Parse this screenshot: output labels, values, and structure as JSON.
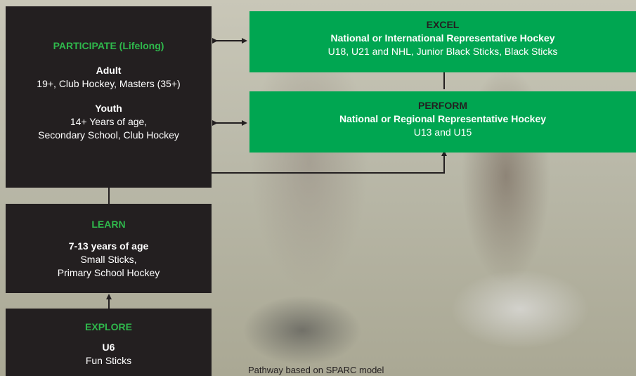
{
  "participate": {
    "title": "PARTICIPATE (Lifelong)",
    "adult_heading": "Adult",
    "adult_text": "19+, Club Hockey, Masters (35+)",
    "youth_heading": "Youth",
    "youth_line1": "14+ Years of age,",
    "youth_line2": "Secondary School, Club Hockey"
  },
  "learn": {
    "title": "LEARN",
    "heading": "7-13 years of age",
    "line1": "Small Sticks,",
    "line2": "Primary School Hockey"
  },
  "explore": {
    "title": "EXPLORE",
    "heading": "U6",
    "line1": "Fun Sticks"
  },
  "excel": {
    "title": "EXCEL",
    "subtitle": "National or International Representative Hockey",
    "text": "U18, U21 and NHL, Junior Black Sticks, Black Sticks"
  },
  "perform": {
    "title": "PERFORM",
    "subtitle": "National or Regional Representative Hockey",
    "text": "U13 and U15"
  },
  "caption": "Pathway based on SPARC model",
  "colors": {
    "dark_box": "#231f20",
    "green_box": "#00a651",
    "title_green": "#2fb84c"
  }
}
